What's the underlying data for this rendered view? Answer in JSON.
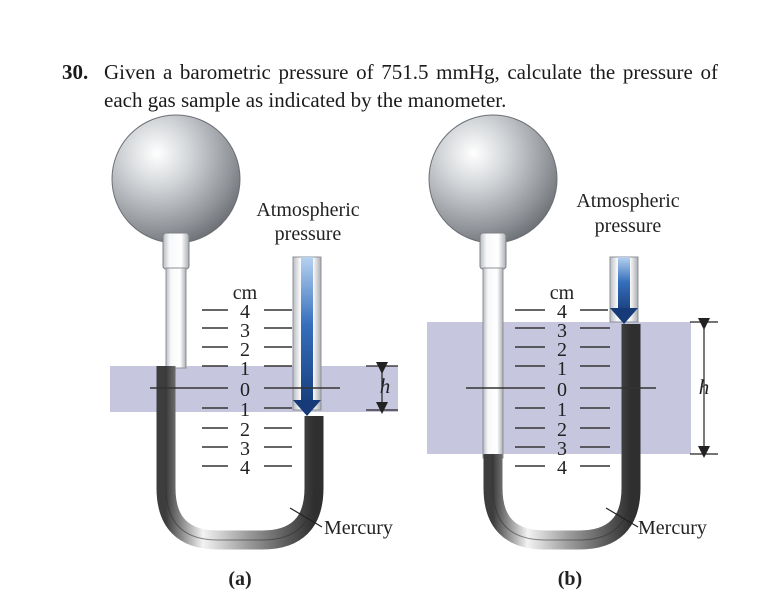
{
  "problem": {
    "number": "30.",
    "text": "Given a barometric pressure of 751.5 mmHg, calculate the pressure of each gas sample as indicated by the manometer."
  },
  "figures": [
    {
      "caption": "(a)",
      "atmospheric_label_line1": "Atmospheric",
      "atmospheric_label_line2": "pressure",
      "unit_label": "cm",
      "scale_labels": [
        "4",
        "3",
        "2",
        "1",
        "0",
        "1",
        "2",
        "3",
        "4"
      ],
      "height_label": "h",
      "mercury_label": "Mercury"
    },
    {
      "caption": "(b)",
      "atmospheric_label_line1": "Atmospheric",
      "atmospheric_label_line2": "pressure",
      "unit_label": "cm",
      "scale_labels": [
        "4",
        "3",
        "2",
        "1",
        "0",
        "1",
        "2",
        "3",
        "4"
      ],
      "height_label": "h",
      "mercury_label": "Mercury"
    }
  ],
  "colors": {
    "band": "#c7c6df",
    "mercury_dark": "#3a3a3a",
    "mercury_light": "#e8e8e8",
    "glass": "#f1f3f4",
    "arrow": "#1f4f9c",
    "ink": "#222222"
  }
}
